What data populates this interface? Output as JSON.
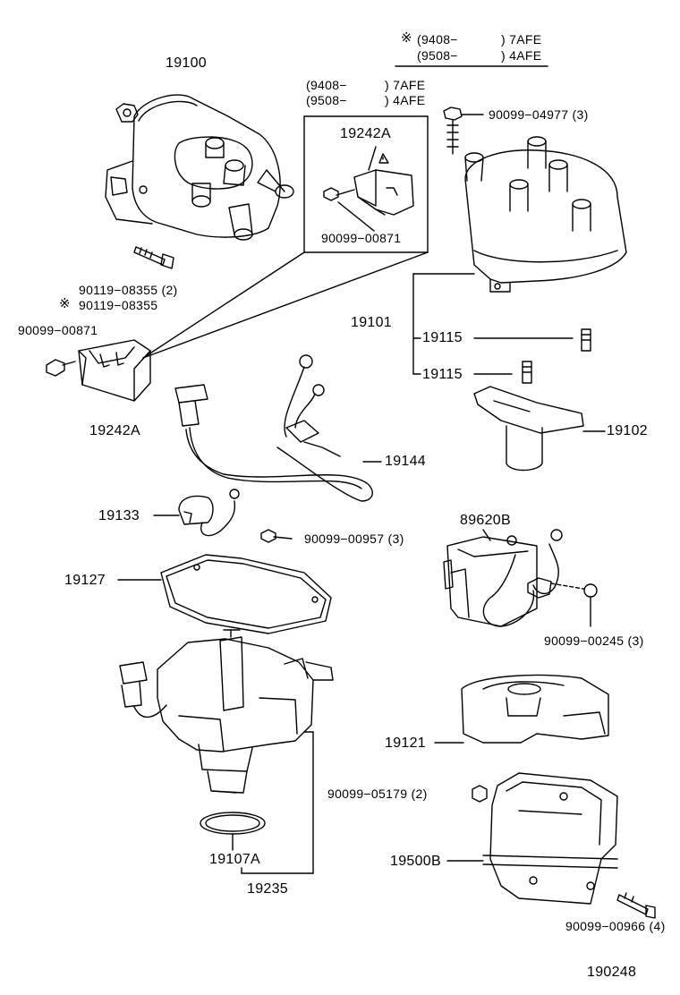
{
  "legend_top": {
    "mark": "※",
    "row1_date": "(9408−",
    "row1_engine": ") 7AFE",
    "row2_date": "(9508−",
    "row2_engine": ") 4AFE"
  },
  "inset": {
    "row1_date": "(9408−",
    "row1_engine": ") 7AFE",
    "row2_date": "(9508−",
    "row2_engine": ") 4AFE",
    "part": "19242A",
    "screw": "90099−00871"
  },
  "parts": {
    "p19100": "19100",
    "p90099_04977": "90099−04977 (3)",
    "p90119_08355": "90119−08355 (2)",
    "p90119_08355_mark": "※",
    "p90119_08355_alt": "90119−08355",
    "p90099_00871": "90099−00871",
    "p19242A": "19242A",
    "p19101": "19101",
    "p19115_a": "19115",
    "p19115_b": "19115",
    "p19102": "19102",
    "p19144": "19144",
    "p19133": "19133",
    "p90099_00957": "90099−00957 (3)",
    "p89620B": "89620B",
    "p19127": "19127",
    "p90099_00245": "90099−00245 (3)",
    "p19121": "19121",
    "p90099_05179": "90099−05179 (2)",
    "p19500B": "19500B",
    "p19107A": "19107A",
    "p19235": "19235",
    "p90099_00966": "90099−00966 (4)"
  },
  "figure_code": "190248"
}
